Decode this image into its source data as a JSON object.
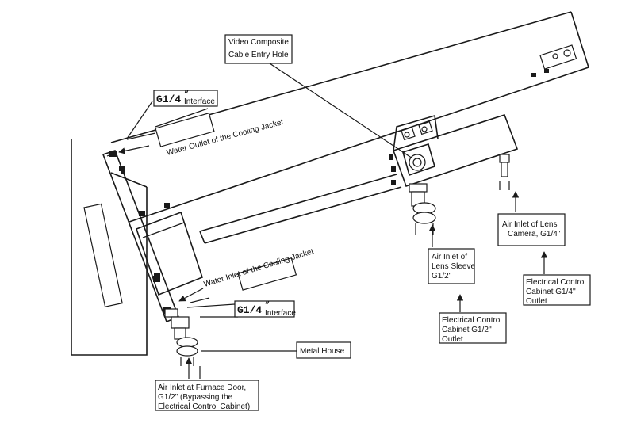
{
  "labels": {
    "video_cable": [
      "Video Composite",
      "Cable Entry Hole"
    ],
    "g14_top": "G1/4",
    "g14_top_suffix": "Interface",
    "water_outlet": "Water Outlet of the Cooling Jacket",
    "water_inlet": "Water Inlet of the Cooling Jacket",
    "g14_bottom": "G1/4",
    "g14_bottom_suffix": "Interface",
    "metal_house": "Metal House",
    "furnace_air": [
      "Air Inlet at Furnace Door,",
      "G1/2\" (Bypassing the",
      "Electrical Control Cabinet)"
    ],
    "lens_sleeve_air": [
      "Air Inlet of",
      "Lens Sleeve",
      "G1/2\""
    ],
    "lens_camera_air": [
      "Air Inlet of Lens",
      "Camera, G1/4\""
    ],
    "cabinet_half": [
      "Electrical Control",
      "Cabinet G1/2''",
      "Outlet"
    ],
    "cabinet_quarter": [
      "Electrical Control",
      "Cabinet G1/4''",
      "Outlet"
    ]
  }
}
